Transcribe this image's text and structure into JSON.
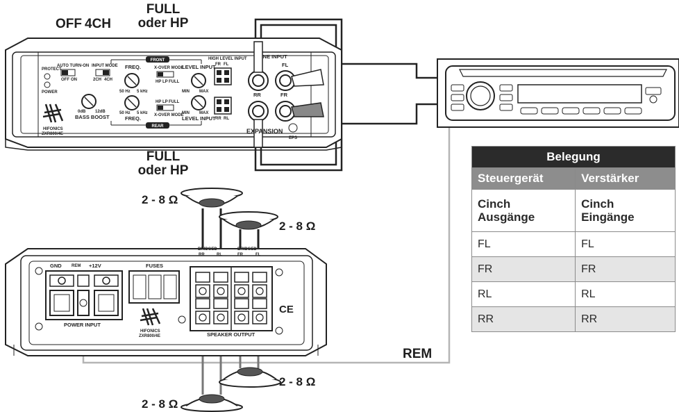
{
  "callouts": {
    "off": "OFF",
    "ch4": "4CH",
    "full_top_1": "FULL",
    "full_top_2": "oder HP",
    "full_mid_1": "FULL",
    "full_mid_2": "oder HP",
    "rem": "REM"
  },
  "speakers": {
    "sp1": "2 - 8 Ω",
    "sp2": "2 - 8 Ω",
    "sp3": "2 - 8 Ω",
    "sp4": "2 - 8 Ω"
  },
  "amp_top": {
    "protect": "PROTECT",
    "power": "POWER",
    "auto_turn_on": "AUTO TURN-ON",
    "off": "OFF",
    "on": "ON",
    "input_mode": "INPUT MODE",
    "ch2": "2CH",
    "ch4": "4CH",
    "front": "FRONT",
    "rear": "REAR",
    "freq1": "FREQ.",
    "freq2": "FREQ.",
    "hz50_1": "50 Hz",
    "khz5_1": "5 kHz",
    "hz50_2": "50 Hz",
    "khz5_2": "5 kHz",
    "xover1": "X-OVER MODE",
    "xover2": "X-OVER MODE",
    "hp1": "HP",
    "lp1": "LP",
    "full1": "FULL",
    "hp2": "HP",
    "lp2": "LP",
    "full2": "FULL",
    "level1": "LEVEL INPUT",
    "level2": "LEVEL INPUT",
    "min1": "MIN",
    "max1": "MAX",
    "min2": "MIN",
    "max2": "MAX",
    "db0": "0dB",
    "db12": "12dB",
    "bass_boost": "BASS BOOST",
    "high_level_input": "HIGH LEVEL INPUT",
    "fr_hl": "FR",
    "fl_hl": "FL",
    "rr_hl": "RR",
    "rl_hl": "RL",
    "line_input": "LINE INPUT",
    "fl": "FL",
    "fr": "FR",
    "rr": "RR",
    "expansion": "EXPANSION",
    "eps": "EPS",
    "brand": "HIFONICS",
    "model": "ZXR800/4E"
  },
  "amp_bottom": {
    "gnd": "GND",
    "rem": "REM",
    "plus12": "+12V",
    "fuses": "FUSES",
    "power_input": "POWER INPUT",
    "bridged1": "BRIDGED",
    "bridged2": "BRIDGED",
    "rr": "RR",
    "rl": "RL",
    "fr": "FR",
    "fl": "FL",
    "speaker_output": "SPEAKER OUTPUT",
    "ce": "CE",
    "brand": "HIFONICS",
    "model": "ZXR800/4E"
  },
  "table": {
    "title": "Belegung",
    "col1": "Steuergerät",
    "col2": "Verstärker",
    "row_cinch_1": "Cinch Ausgänge",
    "row_cinch_2": "Cinch Eingänge",
    "rows": [
      {
        "a": "FL",
        "b": "FL"
      },
      {
        "a": "FR",
        "b": "FR"
      },
      {
        "a": "RL",
        "b": "RL"
      },
      {
        "a": "RR",
        "b": "RR"
      }
    ]
  }
}
